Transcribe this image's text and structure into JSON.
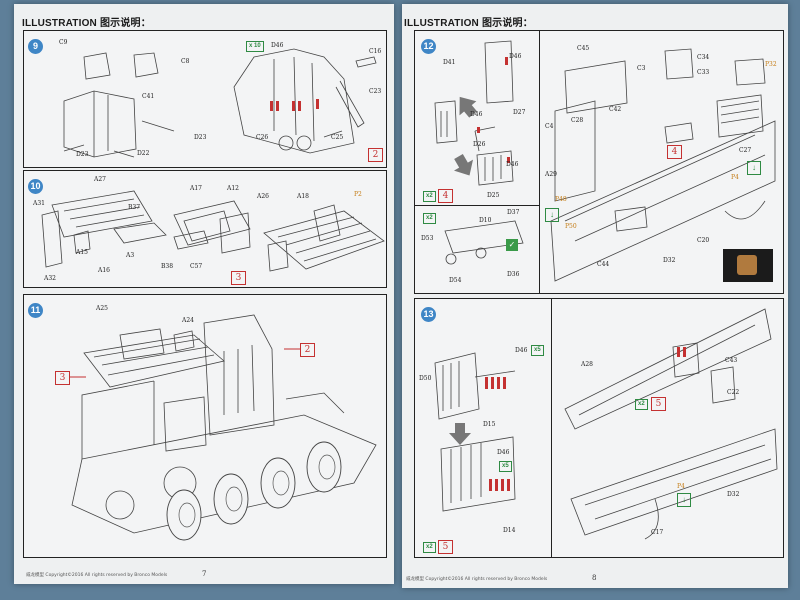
{
  "header_title": "ILLUSTRATION 图示说明：",
  "left_page": {
    "page_number": "7",
    "footer": "威龙模型 Copyright©2016 All rights reserved by Bronco Models",
    "steps": [
      {
        "number": "9",
        "labels": [
          "C9",
          "C8",
          "C41",
          "D23",
          "D23",
          "D22",
          "D46",
          "x 10",
          "C16",
          "C23",
          "C26",
          "C25"
        ],
        "subassembly_ref": "2"
      },
      {
        "number": "10",
        "labels": [
          "A27",
          "A31",
          "B37",
          "A15",
          "A3",
          "A16",
          "A32",
          "A17",
          "A12",
          "B38",
          "C57",
          "A26",
          "A18",
          "P2"
        ],
        "subassembly_ref": "3"
      },
      {
        "number": "11",
        "labels": [
          "A25",
          "A24"
        ],
        "subassembly_refs": [
          "2",
          "3"
        ]
      }
    ]
  },
  "right_page": {
    "page_number": "8",
    "footer": "威龙模型 Copyright©2016 All rights reserved by Bronco Models",
    "steps": [
      {
        "number": "12",
        "labels": [
          "D41",
          "D46",
          "D27",
          "D46",
          "D26",
          "D46",
          "D25",
          "D10",
          "D37",
          "D53",
          "D54",
          "D36",
          "x2",
          "x2",
          "C45",
          "C3",
          "C42",
          "C4",
          "C28",
          "C34",
          "C33",
          "P32",
          "C27",
          "A29",
          "P48",
          "P50",
          "P4",
          "C20",
          "C44",
          "D32"
        ],
        "subassembly_refs": [
          "4",
          "4"
        ]
      },
      {
        "number": "13",
        "labels": [
          "D46",
          "x5",
          "D50",
          "D15",
          "D46",
          "x5",
          "D14",
          "x2",
          "A28",
          "C43",
          "C22",
          "x2",
          "P4",
          "D32",
          "C17"
        ],
        "subassembly_refs": [
          "5",
          "5"
        ]
      }
    ]
  }
}
